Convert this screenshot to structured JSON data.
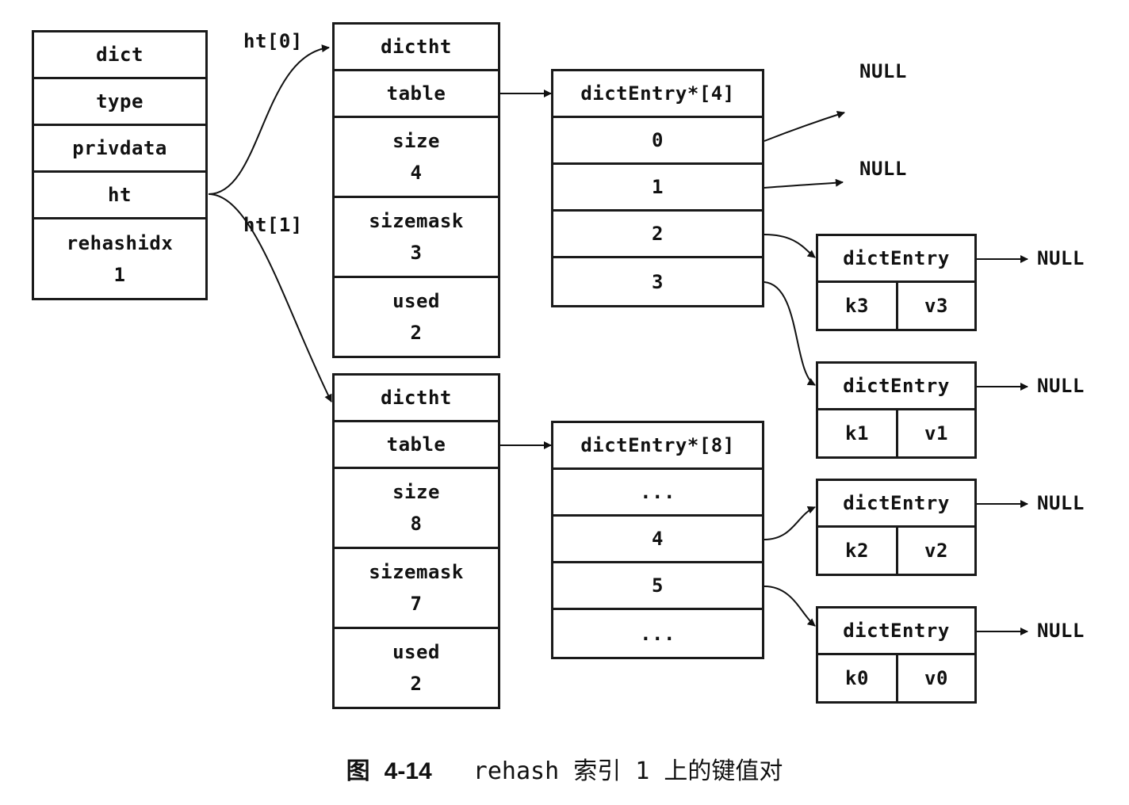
{
  "dict": {
    "title": "dict",
    "type_label": "type",
    "privdata_label": "privdata",
    "ht_label": "ht",
    "rehashidx_label": "rehashidx",
    "rehashidx_value": "1"
  },
  "pointers": {
    "ht0": "ht[0]",
    "ht1": "ht[1]"
  },
  "dictht0": {
    "title": "dictht",
    "table_label": "table",
    "size_label": "size",
    "size_value": "4",
    "sizemask_label": "sizemask",
    "sizemask_value": "3",
    "used_label": "used",
    "used_value": "2"
  },
  "dictht1": {
    "title": "dictht",
    "table_label": "table",
    "size_label": "size",
    "size_value": "8",
    "sizemask_label": "sizemask",
    "sizemask_value": "7",
    "used_label": "used",
    "used_value": "2"
  },
  "array0": {
    "title": "dictEntry*[4]",
    "slots": [
      "0",
      "1",
      "2",
      "3"
    ]
  },
  "array1": {
    "title": "dictEntry*[8]",
    "slots": [
      "...",
      "4",
      "5",
      "..."
    ]
  },
  "entries": [
    {
      "title": "dictEntry",
      "key": "k3",
      "value": "v3",
      "next": "NULL"
    },
    {
      "title": "dictEntry",
      "key": "k1",
      "value": "v1",
      "next": "NULL"
    },
    {
      "title": "dictEntry",
      "key": "k2",
      "value": "v2",
      "next": "NULL"
    },
    {
      "title": "dictEntry",
      "key": "k0",
      "value": "v0",
      "next": "NULL"
    }
  ],
  "null_labels": [
    "NULL",
    "NULL"
  ],
  "caption": {
    "prefix": "图",
    "number": "4-14",
    "text": "rehash 索引 1 上的键值对"
  }
}
